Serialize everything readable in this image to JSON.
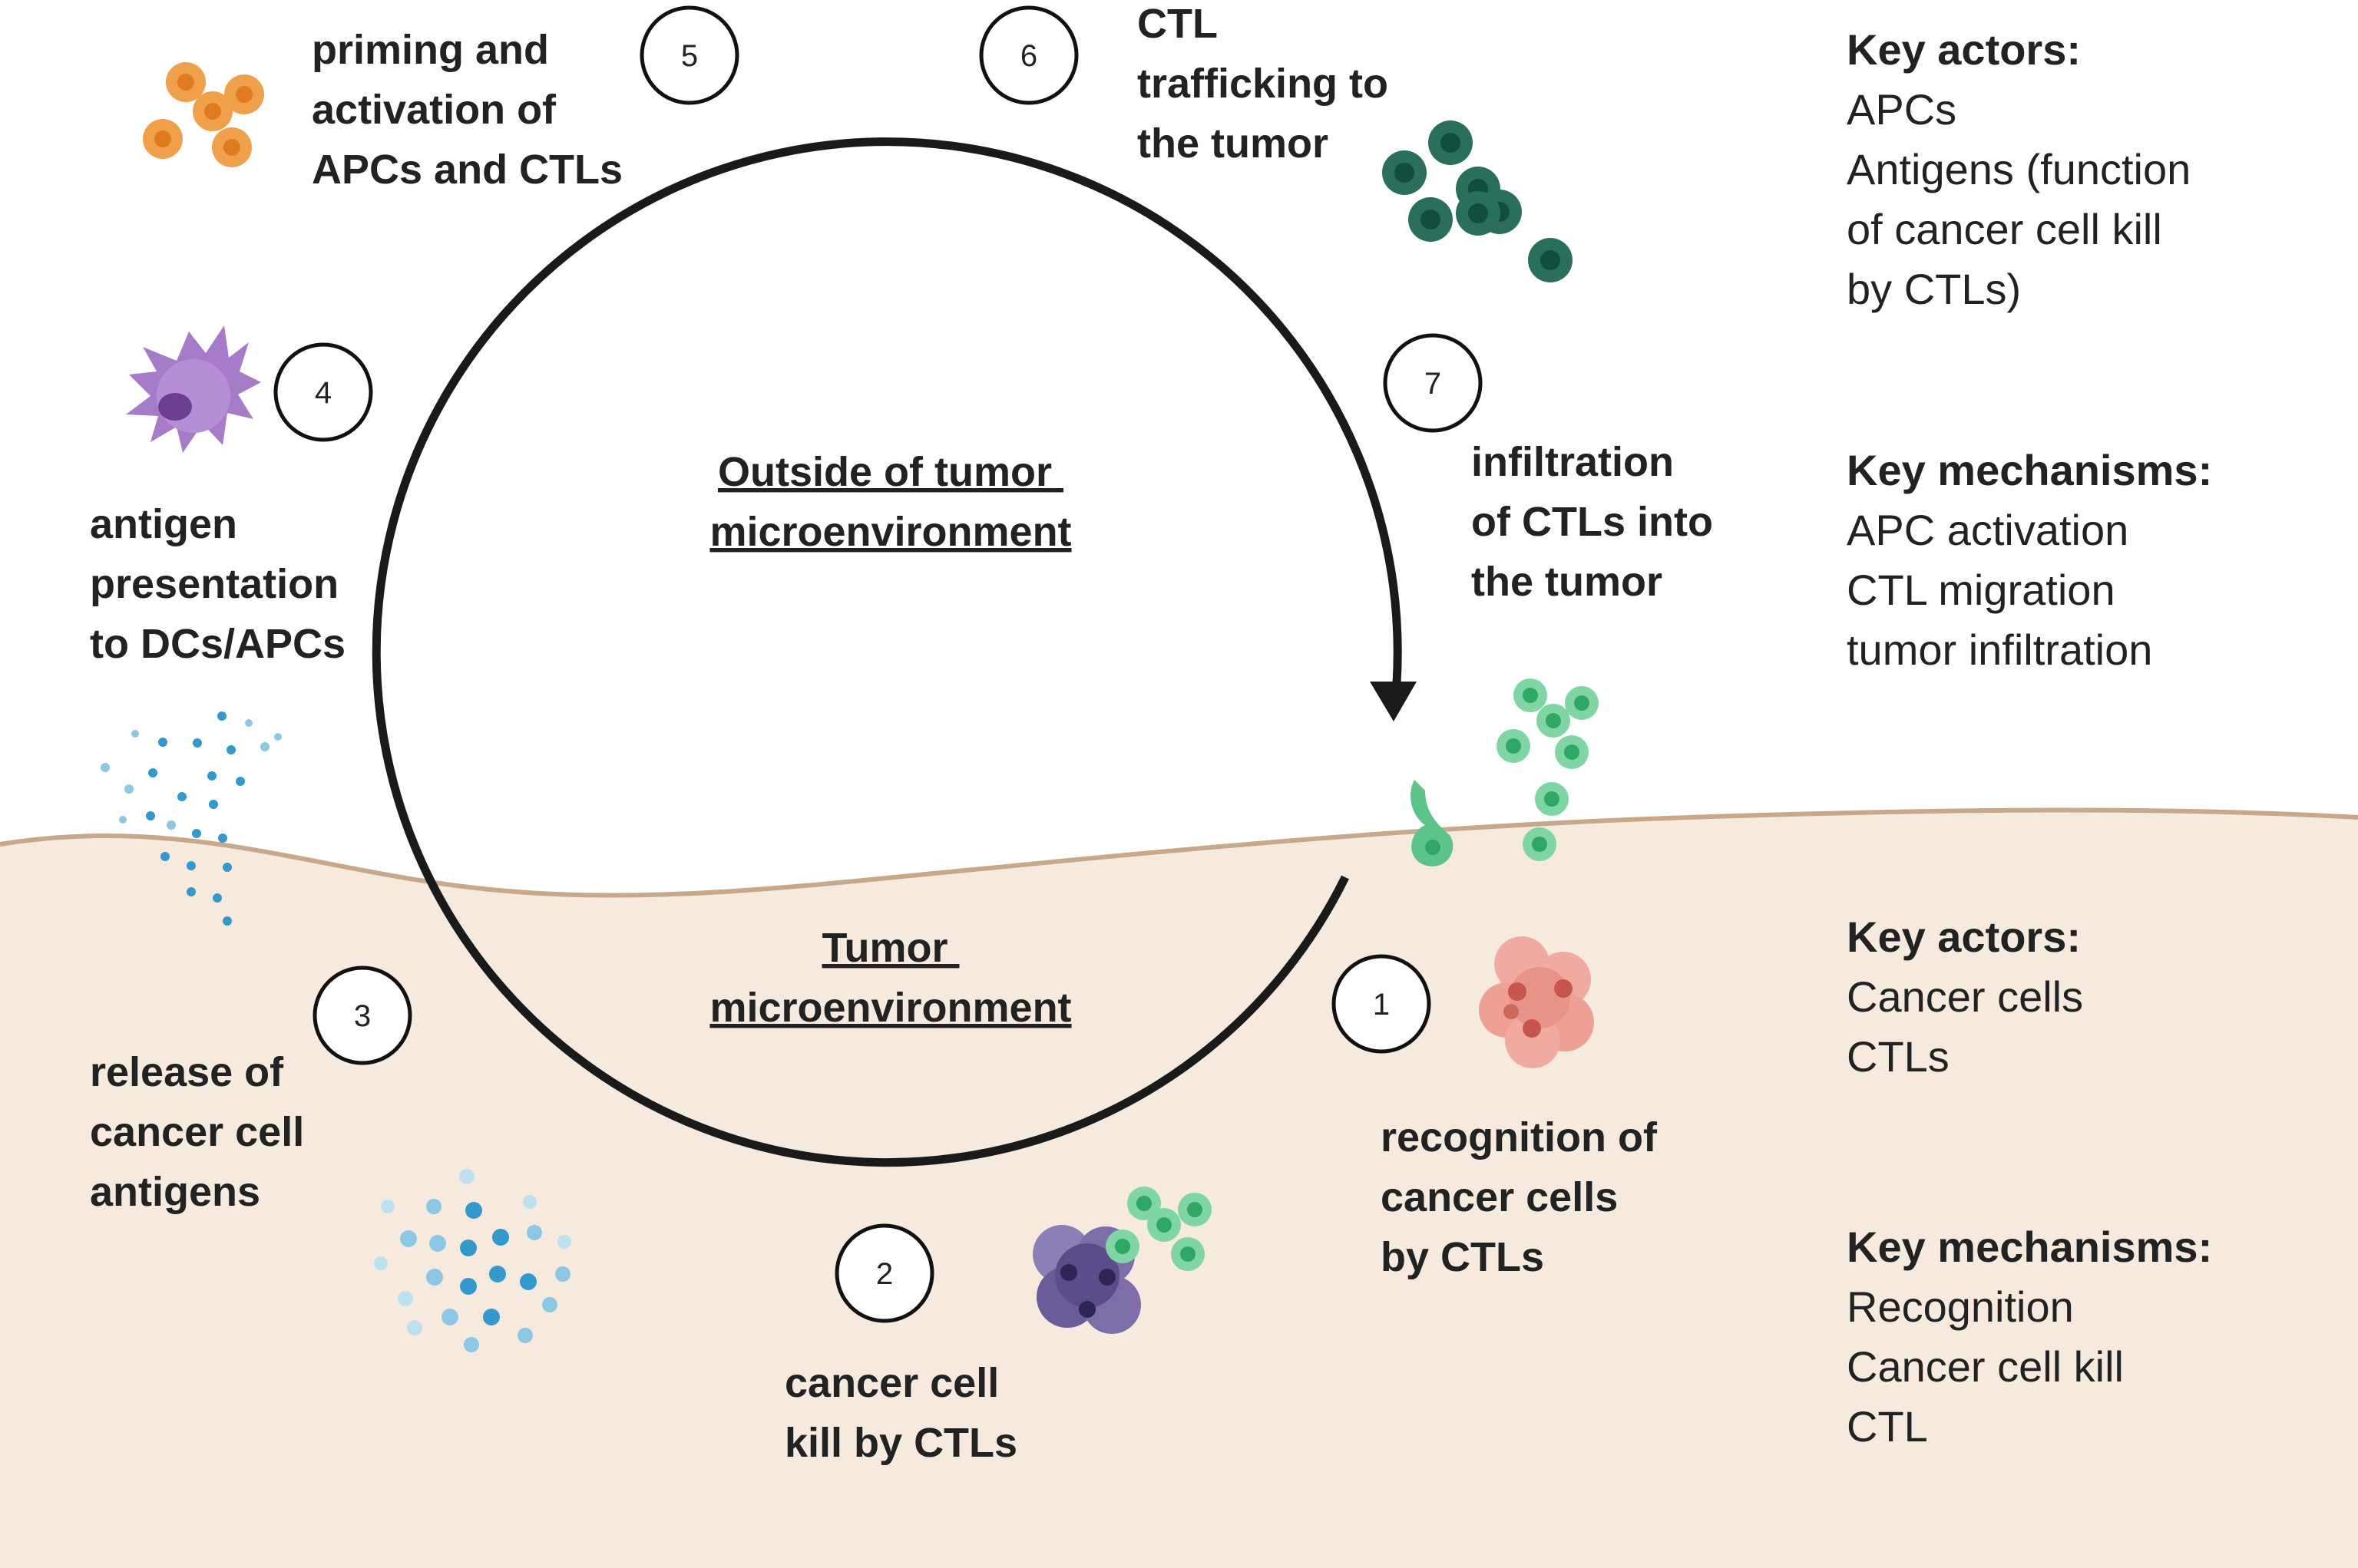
{
  "regions": {
    "outside": [
      "Outside of tumor",
      "microenvironment"
    ],
    "tumor": [
      "Tumor",
      "microenvironment"
    ]
  },
  "steps": [
    {
      "number": "1",
      "label": [
        "recognition of",
        "cancer cells",
        "by CTLs"
      ]
    },
    {
      "number": "2",
      "label": [
        "cancer cell",
        "kill by CTLs"
      ]
    },
    {
      "number": "3",
      "label": [
        "release of",
        "cancer cell",
        "antigens"
      ]
    },
    {
      "number": "4",
      "label": [
        "antigen",
        "presentation",
        "to DCs/APCs"
      ]
    },
    {
      "number": "5",
      "label": [
        "priming and",
        "activation of",
        "APCs and CTLs"
      ]
    },
    {
      "number": "6",
      "label": [
        "CTL",
        "trafficking to",
        "the tumor"
      ]
    },
    {
      "number": "7",
      "label": [
        "infiltration",
        "of CTLs into",
        "the tumor"
      ]
    }
  ],
  "key_panels": {
    "outside_actors": {
      "heading": "Key actors:",
      "items": [
        "APCs",
        "Antigens (function",
        "of cancer cell kill",
        "by CTLs)"
      ]
    },
    "outside_mechanisms": {
      "heading": "Key mechanisms:",
      "items": [
        "APC activation",
        "CTL migration",
        "tumor infiltration"
      ]
    },
    "tumor_actors": {
      "heading": "Key actors:",
      "items": [
        "Cancer cells",
        "CTLs"
      ]
    },
    "tumor_mechanisms": {
      "heading": "Key mechanisms:",
      "items": [
        "Recognition",
        "Cancer cell kill",
        "CTL"
      ]
    }
  },
  "icons": [
    "apc-cluster-icon",
    "ctl-cluster-dark-icon",
    "dendritic-cell-icon",
    "antigen-spray-icon",
    "ctl-cluster-light-icon",
    "cancer-cell-icon",
    "dying-cancer-cell-icon",
    "antigen-cloud-icon"
  ],
  "colors": {
    "tumor_background": "#f5eadd",
    "boundary_line": "#c8a88a",
    "cycle_arrow": "#1a1a1a",
    "apc_orange": "#f0a04b",
    "ctl_dark": "#2a6e5c",
    "ctl_light": "#6fcf97",
    "dendritic_purple": "#a67cc9",
    "antigen_blue": "#3399cc",
    "cancer_red": "#e8938a",
    "dying_cell_purple": "#6b5b9a"
  }
}
